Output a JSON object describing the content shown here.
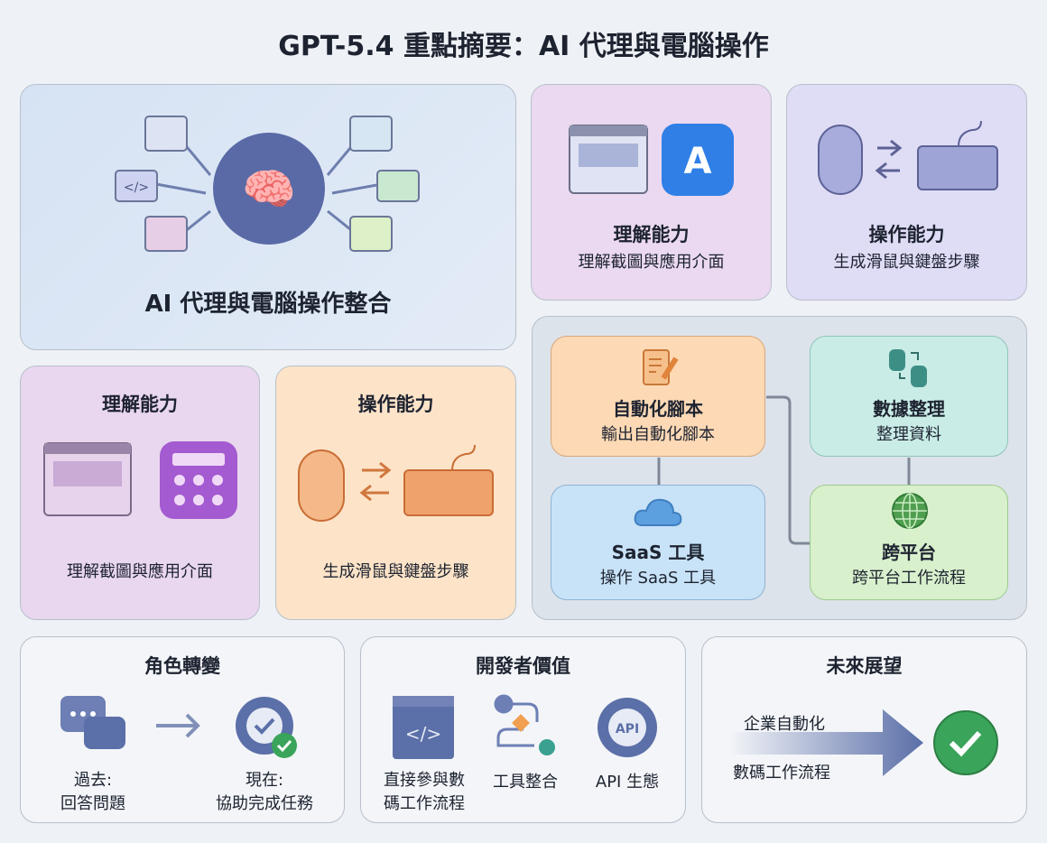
{
  "title": "GPT-5.4 重點摘要：AI 代理與電腦操作",
  "hero": {
    "label": "AI 代理與電腦操作整合"
  },
  "understand_top": {
    "title": "理解能力",
    "subtitle": "理解截圖與應用介面"
  },
  "operate_top": {
    "title": "操作能力",
    "subtitle": "生成滑鼠與鍵盤步驟"
  },
  "understand_left": {
    "title": "理解能力",
    "subtitle": "理解截圖與應用介面"
  },
  "operate_left": {
    "title": "操作能力",
    "subtitle": "生成滑鼠與鍵盤步驟"
  },
  "workflow": {
    "script": {
      "title": "自動化腳本",
      "subtitle": "輸出自動化腳本"
    },
    "data": {
      "title": "數據整理",
      "subtitle": "整理資料"
    },
    "saas": {
      "title": "SaaS 工具",
      "subtitle": "操作 SaaS 工具"
    },
    "cross": {
      "title": "跨平台",
      "subtitle": "跨平台工作流程"
    }
  },
  "role": {
    "title": "角色轉變",
    "past_1": "過去:",
    "past_2": "回答問題",
    "now_1": "現在:",
    "now_2": "協助完成任務"
  },
  "dev": {
    "title": "開發者價值",
    "item1_1": "直接參與數",
    "item1_2": "碼工作流程",
    "item2": "工具整合",
    "item3": "API 生態",
    "api_icon_text": "API"
  },
  "future": {
    "title": "未來展望",
    "line1": "企業自動化",
    "line2": "數碼工作流程"
  },
  "colors": {
    "accent": "#5b6fa8",
    "green": "#3aa45a",
    "orange": "#e8935a",
    "purple": "#9b5cc4"
  }
}
